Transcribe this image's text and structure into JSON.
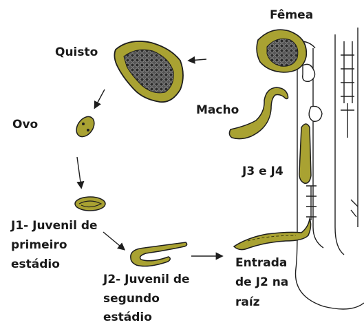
{
  "labels": {
    "femea": "Fêmea",
    "quisto": "Quisto",
    "macho": "Macho",
    "ovo": "Ovo",
    "j3j4": "J3 e J4",
    "j1_line1": "J1- Juvenil de",
    "j1_line2": "primeiro",
    "j1_line3": "estádio",
    "j2_line1": "J2- Juvenil de",
    "j2_line2": "segundo",
    "j2_line3": "estádio",
    "entrada_line1": "Entrada",
    "entrada_line2": "de J2 na",
    "entrada_line3": "raíz"
  },
  "colors": {
    "organism_fill": "#a9a232",
    "outline": "#1e1e1e",
    "egg_mass": "#4a4a4a",
    "background": "#ffffff"
  }
}
